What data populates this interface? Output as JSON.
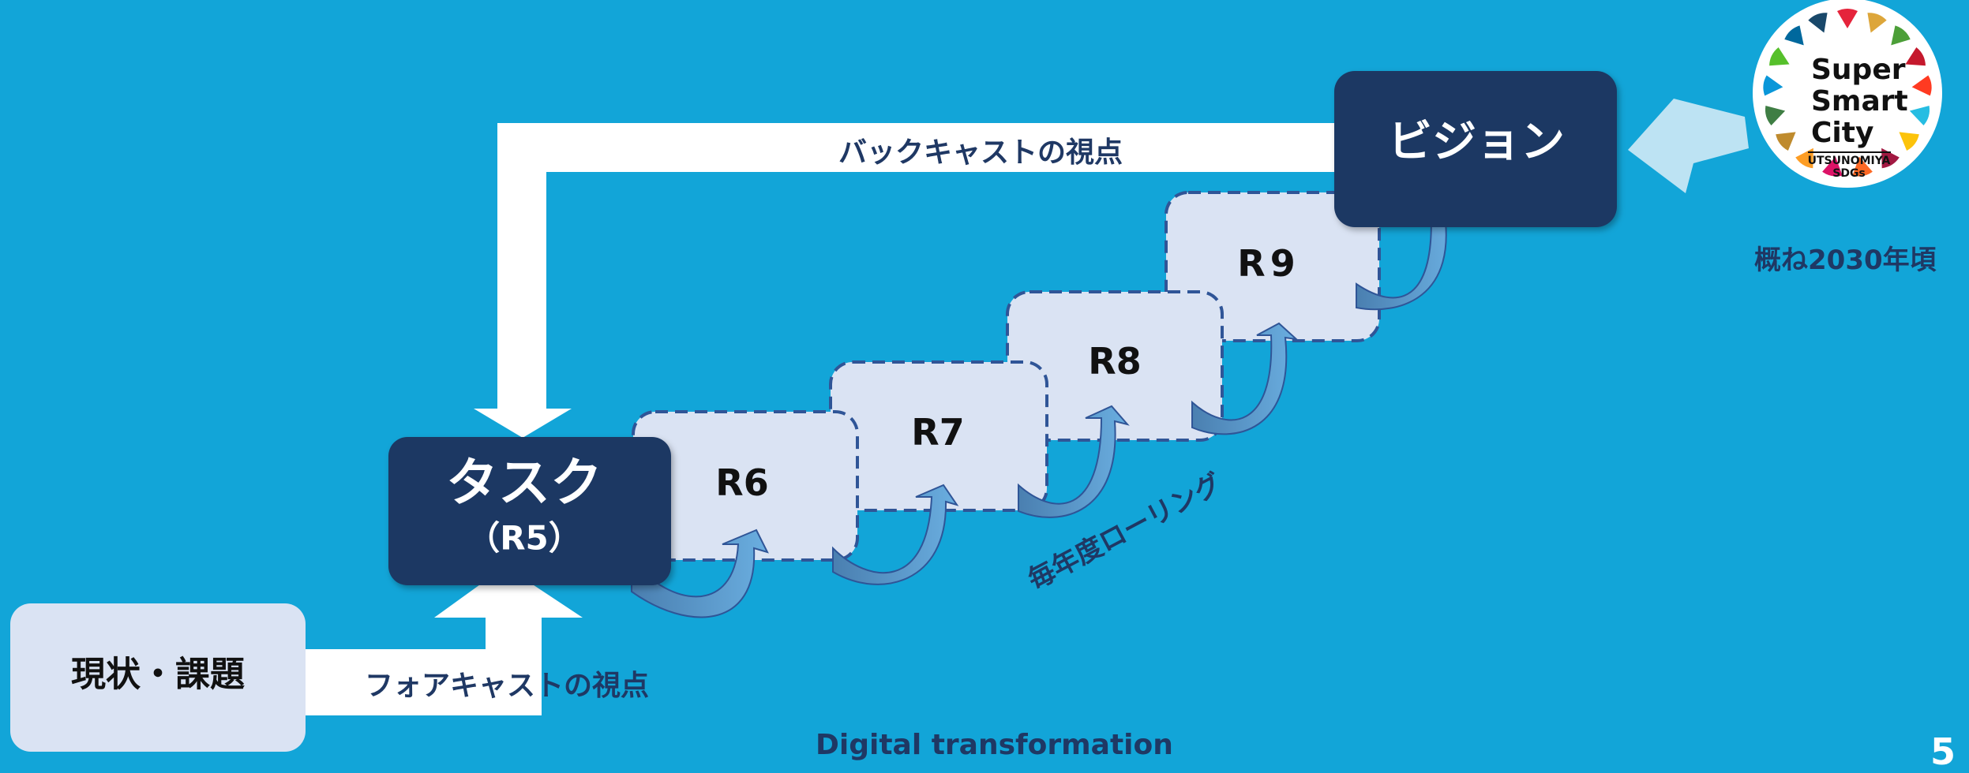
{
  "boxes": {
    "current": "現状・課題",
    "task_title": "タスク",
    "task_sub": "（R5）",
    "vision": "ビジョン"
  },
  "steps": [
    "R6",
    "R7",
    "R8",
    "R9"
  ],
  "labels": {
    "backcast": "バックキャストの視点",
    "forecast": "フォアキャストの視点",
    "rolling": "毎年度ローリング",
    "year": "概ね2030年頃",
    "footer": "Digital transformation",
    "page_number": "5"
  },
  "logo": {
    "line1": "Super",
    "line2": "Smart",
    "line3": "City",
    "line4": "UTSUNOMIYA",
    "line5": "SDGs"
  },
  "colors": {
    "background": "#12a5d8",
    "dark_box": "#1f3864",
    "light_box": "#dae3f3",
    "arrow_curve": "#5b9bd5",
    "text_dark": "#1f3864"
  }
}
